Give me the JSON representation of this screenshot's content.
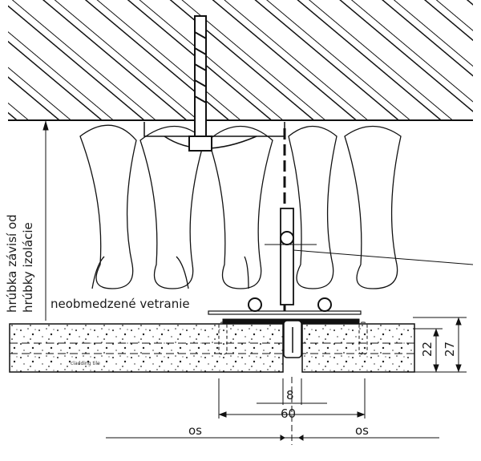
{
  "labels": {
    "thickness_line1": "hrúbka závisí od",
    "thickness_line2": "hrúbky izolácie",
    "ventilation": "neobmedzené vetranie",
    "panel_tag": "cladding tile"
  },
  "dimensions": {
    "gap": "8",
    "profile_width": "60",
    "panel_thickness": "22",
    "total_thickness": "27",
    "axis_left": "os",
    "axis_right": "os"
  },
  "colors": {
    "line": "#111111",
    "label_text": "#1a1a1a"
  }
}
